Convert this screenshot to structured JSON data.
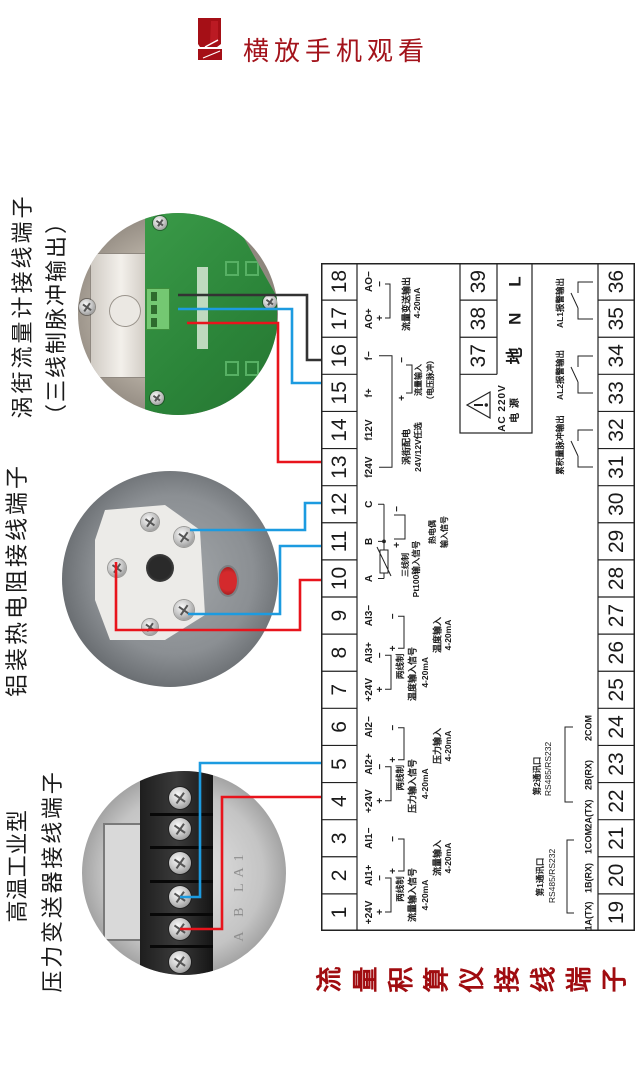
{
  "colors": {
    "accent_red": "#a3131b",
    "title_red": "#a00c10",
    "wire_red": "#e8141c",
    "wire_blue": "#1c9be0",
    "wire_black": "#333333",
    "diagram_line": "#222222"
  },
  "header": {
    "icon": "exclamation-icon",
    "title": "横放手机观看"
  },
  "sensors": {
    "vortex": {
      "title": "涡街流量计接线端子",
      "subtitle": "（三线制脉冲输出）",
      "wires": [
        {
          "color": "black",
          "terminal": "16"
        },
        {
          "color": "blue",
          "terminal": "15"
        },
        {
          "color": "red",
          "terminal": "13"
        }
      ]
    },
    "rtd": {
      "title": "铝装热电阻接线端子",
      "wires": [
        {
          "color": "blue",
          "terminal": "12"
        },
        {
          "color": "blue",
          "terminal": "11"
        },
        {
          "color": "red",
          "terminal": "10"
        }
      ]
    },
    "pressure": {
      "title_line1": "高温工业型",
      "title_line2": "压力变送器接线端子",
      "embossed_text": "A B LA1",
      "wires": [
        {
          "color": "blue",
          "terminal": "5"
        },
        {
          "color": "red",
          "terminal": "4"
        }
      ]
    }
  },
  "terminal_block": {
    "top_row": [
      "1",
      "2",
      "3",
      "4",
      "5",
      "6",
      "7",
      "8",
      "9",
      "10",
      "11",
      "12",
      "13",
      "14",
      "15",
      "16",
      "17",
      "18"
    ],
    "bottom_row": [
      "19",
      "20",
      "21",
      "22",
      "23",
      "24",
      "25",
      "26",
      "27",
      "28",
      "29",
      "30",
      "31",
      "32",
      "33",
      "34",
      "35",
      "36"
    ],
    "top_labels": [
      "+24V",
      "AI1+",
      "AI1−",
      "+24V",
      "AI2+",
      "AI2−",
      "+24V",
      "AI3+",
      "AI3−",
      "A",
      "B",
      "C",
      "f24V",
      "f12V",
      "f+",
      "f−",
      "AO+",
      "AO−"
    ],
    "polarity": {
      "plus": "+",
      "minus": "−"
    },
    "analog_inputs": [
      {
        "wiring": "两线制",
        "signal": "流量输入信号",
        "range": "4-20mA",
        "input": "流量输入",
        "input_range": "4-20mA"
      },
      {
        "wiring": "两线制",
        "signal": "压力输入信号",
        "range": "4-20mA",
        "input": "压力输入",
        "input_range": "4-20mA"
      },
      {
        "wiring": "两线制",
        "signal": "温度输入信号",
        "range": "4-20mA",
        "input": "温度输入",
        "input_range": "4-20mA"
      }
    ],
    "temperature": {
      "rtd_wiring": "三线制",
      "rtd_signal": "Pt100输入信号",
      "tc_line1": "热电偶",
      "tc_line2": "输入信号"
    },
    "pulse_input": {
      "supply_line1": "涡街配电",
      "supply_line2": "24V/12V任选",
      "input_line1": "流量输入",
      "input_line2": "（电压脉冲）"
    },
    "analog_output": {
      "line1": "流量变送输出",
      "line2": "4-20mA"
    },
    "comm_labels": [
      "1A(TX)",
      "1B(RX)",
      "1COM",
      "2A(TX)",
      "2B(RX)",
      "2COM"
    ],
    "comm_ports": [
      {
        "name": "第1通讯口",
        "protocol": "RS485/RS232"
      },
      {
        "name": "第2通讯口",
        "protocol": "RS485/RS232"
      }
    ],
    "relays": [
      {
        "label": "累积量脉冲输出"
      },
      {
        "label": "AL2报警输出"
      },
      {
        "label": "AL1报警输出"
      }
    ],
    "power": {
      "terminals": [
        "37",
        "38",
        "39"
      ],
      "labels": [
        "地",
        "N",
        "L"
      ],
      "warning_icon": "warning-triangle-icon",
      "voltage": "AC 220V",
      "caption": "电 源"
    }
  },
  "footer": {
    "title": "流量积算仪接线端子"
  }
}
